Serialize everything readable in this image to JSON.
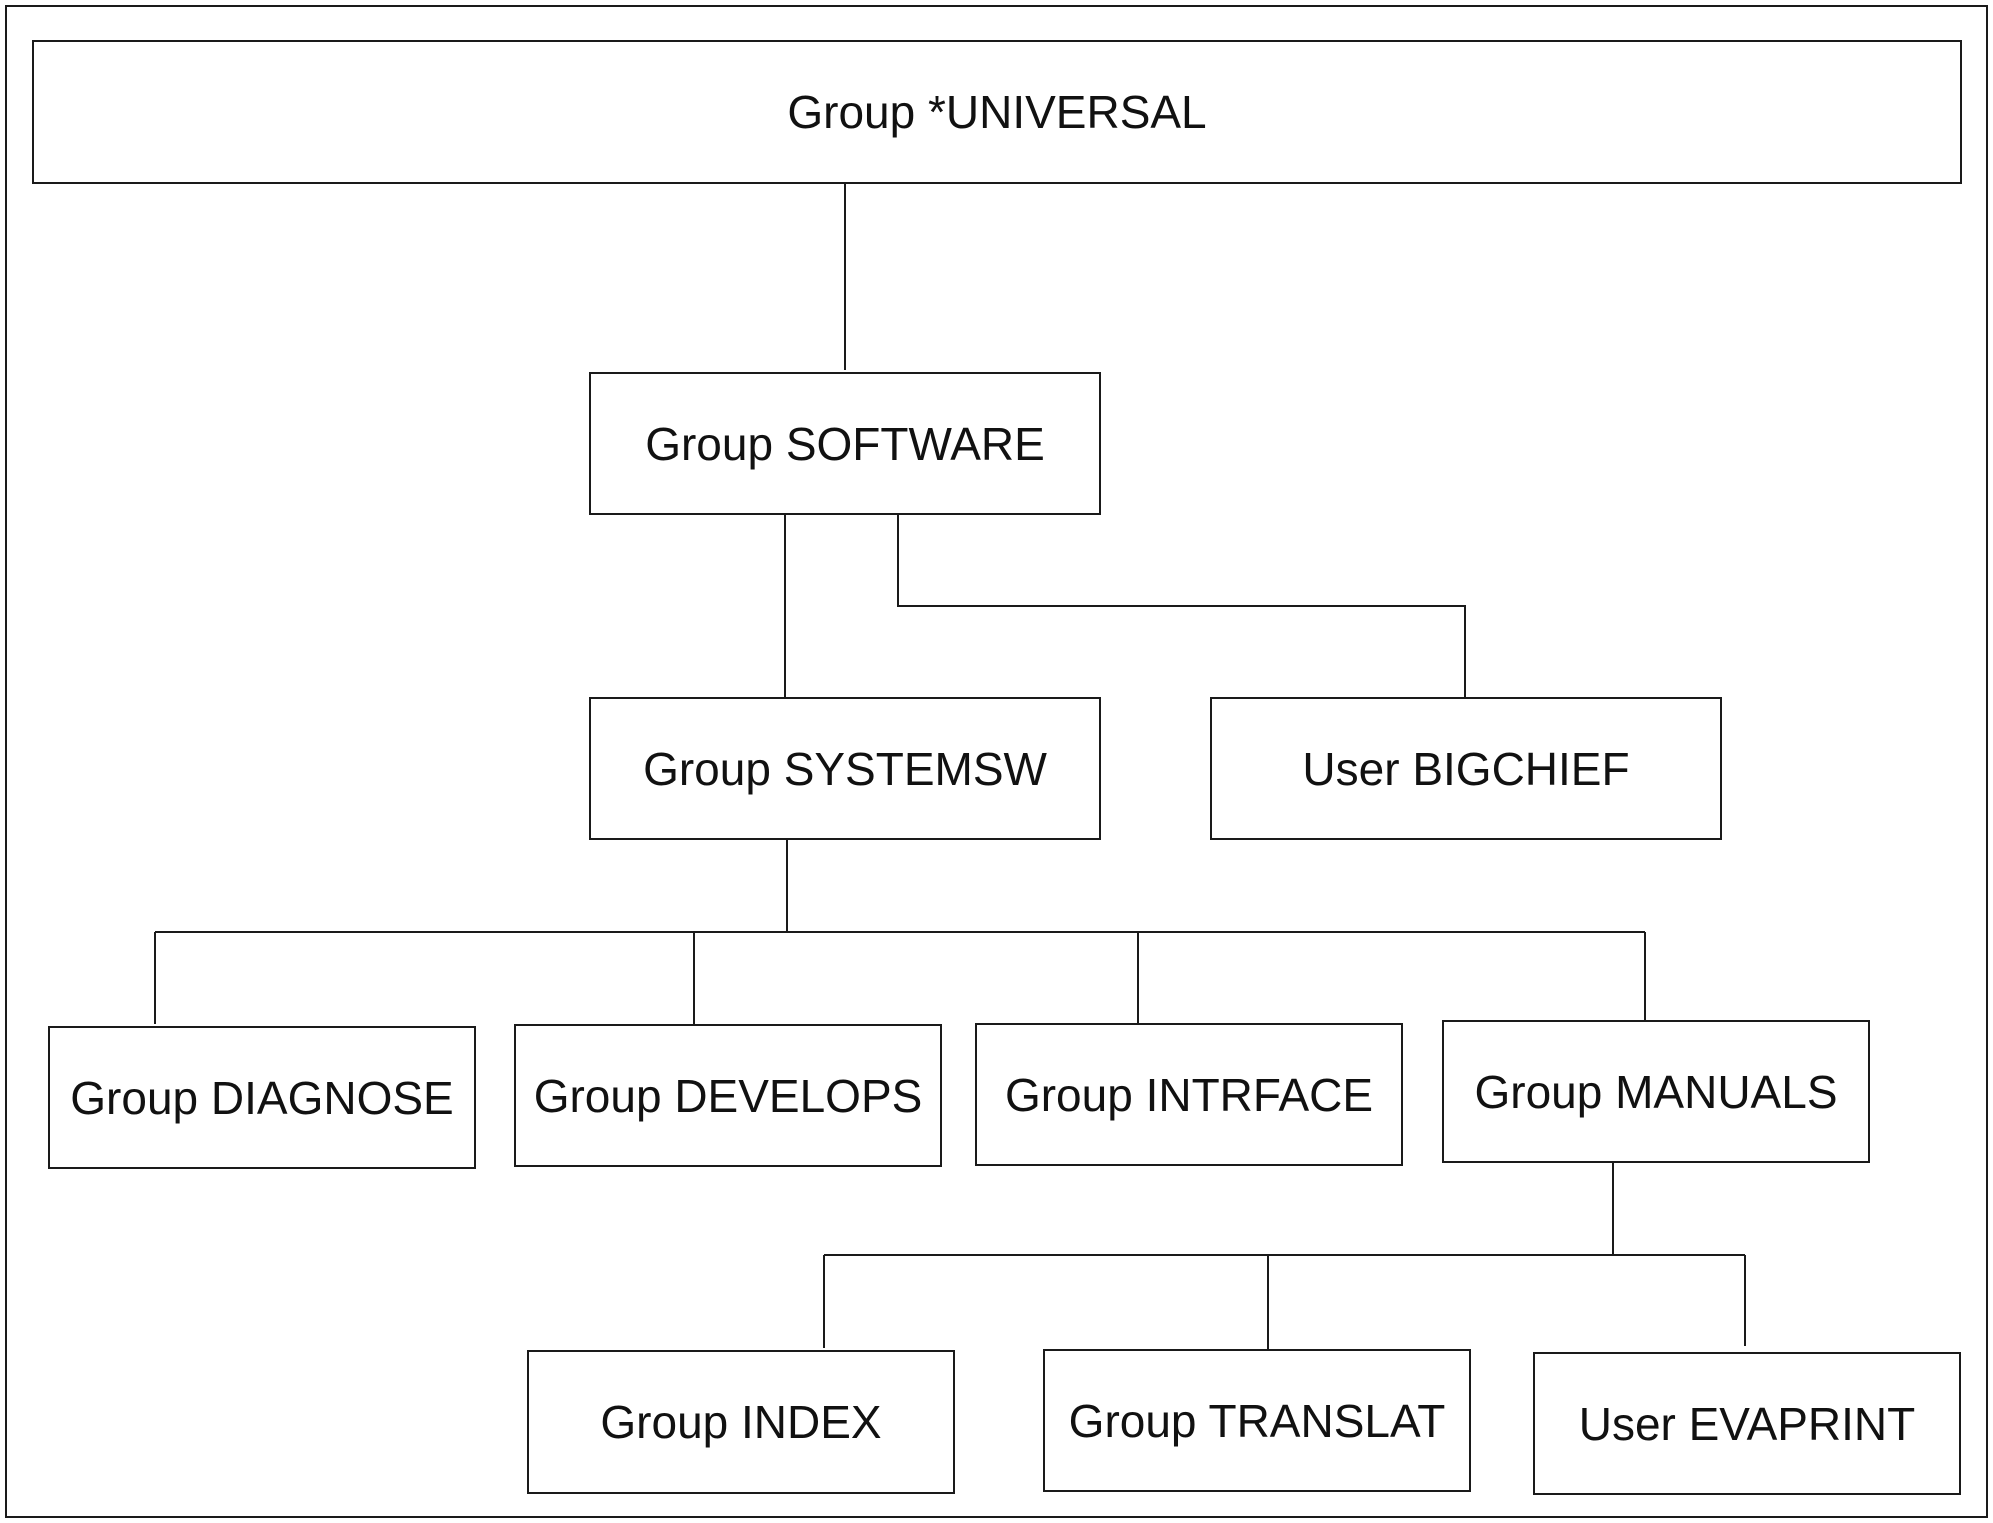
{
  "nodes": {
    "universal": "Group *UNIVERSAL",
    "software": "Group SOFTWARE",
    "systemsw": "Group SYSTEMSW",
    "bigchief": "User BIGCHIEF",
    "diagnose": "Group DIAGNOSE",
    "develops": "Group DEVELOPS",
    "intrface": "Group INTRFACE",
    "manuals": "Group MANUALS",
    "index": "Group INDEX",
    "translat": "Group TRANSLAT",
    "evaprint": "User EVAPRINT"
  },
  "colors": {
    "line": "#1a1a1a",
    "background": "#ffffff"
  }
}
